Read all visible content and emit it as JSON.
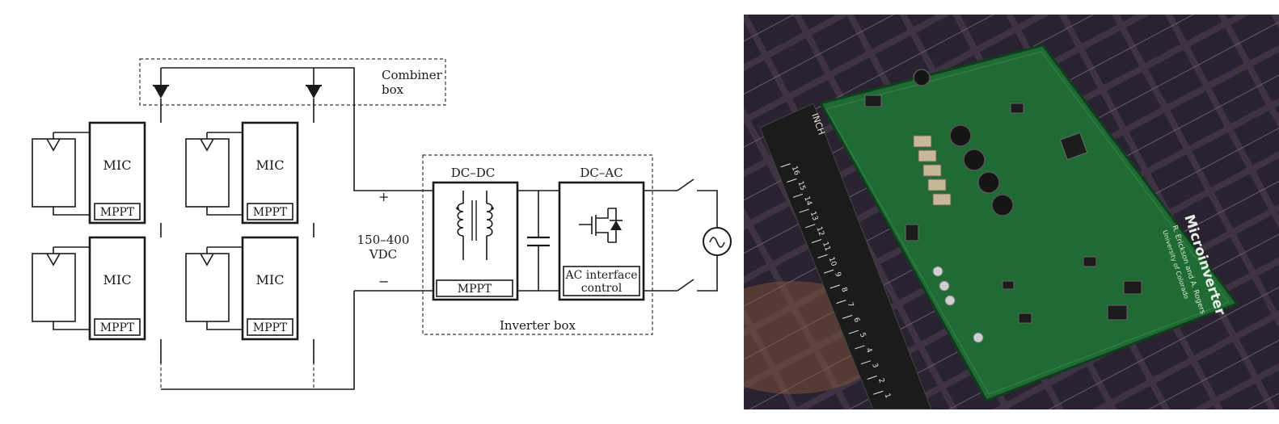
{
  "diagram": {
    "combiner_label_line1": "Combiner",
    "combiner_label_line2": "box",
    "modules": [
      {
        "block": "MIC",
        "sub": "MPPT"
      },
      {
        "block": "MIC",
        "sub": "MPPT"
      },
      {
        "block": "MIC",
        "sub": "MPPT"
      },
      {
        "block": "MIC",
        "sub": "MPPT"
      }
    ],
    "plus_sign": "+",
    "minus_sign": "−",
    "bus_voltage_line1": "150–400",
    "bus_voltage_line2": "VDC",
    "dcdc_label": "DC–DC",
    "dcdc_mppt": "MPPT",
    "dcac_label": "DC–AC",
    "ac_interface_line1": "AC interface",
    "ac_interface_line2": "control",
    "inverter_label": "Inverter box"
  },
  "photo": {
    "board_title": "Microinverter",
    "board_authors": "R. Erickson and A. Rogers",
    "board_university": "University of Colorado",
    "ruler_unit": "INCH",
    "ruler_numbers": [
      "1",
      "2",
      "3",
      "4",
      "5",
      "6",
      "7",
      "8",
      "9",
      "10",
      "11",
      "12",
      "13",
      "14",
      "15",
      "16"
    ],
    "colors": {
      "board": "#1f6b33",
      "ruler": "#1b1b1b",
      "panel": "#3a3040"
    }
  }
}
